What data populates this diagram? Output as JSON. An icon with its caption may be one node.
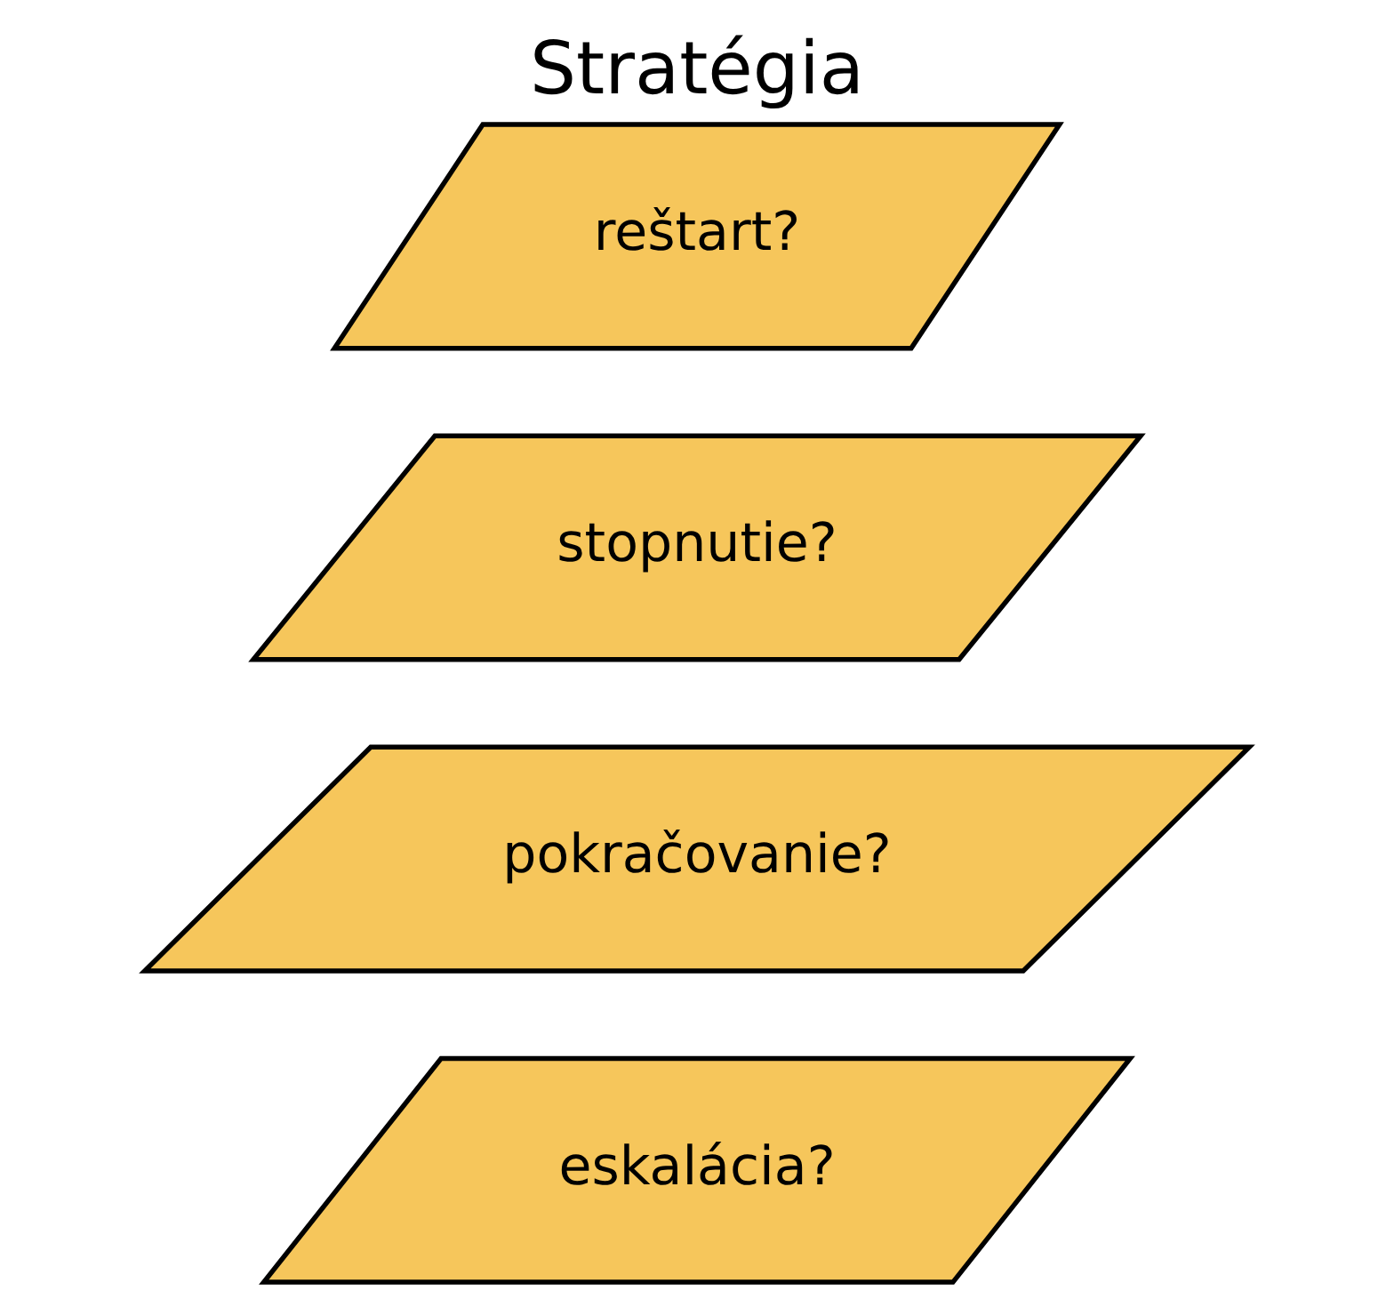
{
  "diagram": {
    "title": "Stratégia",
    "nodes": [
      {
        "text": [
          "reštart?"
        ]
      },
      {
        "text": [
          "stopnutie?"
        ]
      },
      {
        "text": [
          "pokračovanie?"
        ]
      },
      {
        "text": [
          "eskalácia?"
        ]
      }
    ]
  }
}
